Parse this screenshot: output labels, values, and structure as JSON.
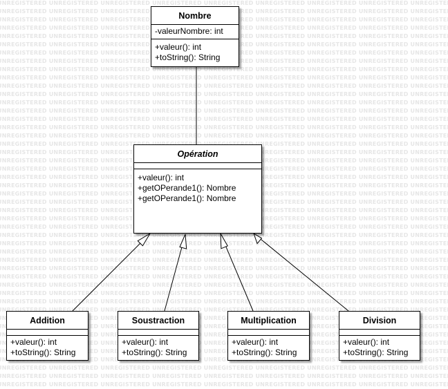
{
  "watermark": {
    "text": "UNREGISTERED"
  },
  "diagram": {
    "nombre": {
      "name": "Nombre",
      "attributes": [
        "-valeurNombre: int"
      ],
      "operations": [
        "+valeur(): int",
        "+toString(): String"
      ]
    },
    "operation": {
      "name": "Opération",
      "abstract": true,
      "attributes": [],
      "operations": [
        "+valeur(): int",
        "+getOPerande1(): Nombre",
        "+getOPerande1(): Nombre"
      ]
    },
    "addition": {
      "name": "Addition",
      "attributes": [],
      "operations": [
        "+valeur(): int",
        "+toString(): String"
      ]
    },
    "soustraction": {
      "name": "Soustraction",
      "attributes": [],
      "operations": [
        "+valeur(): int",
        "+toString(): String"
      ]
    },
    "multiplication": {
      "name": "Multiplication",
      "attributes": [],
      "operations": [
        "+valeur(): int",
        "+toString(): String"
      ]
    },
    "division": {
      "name": "Division",
      "attributes": [],
      "operations": [
        "+valeur(): int",
        "+toString(): String"
      ]
    }
  }
}
